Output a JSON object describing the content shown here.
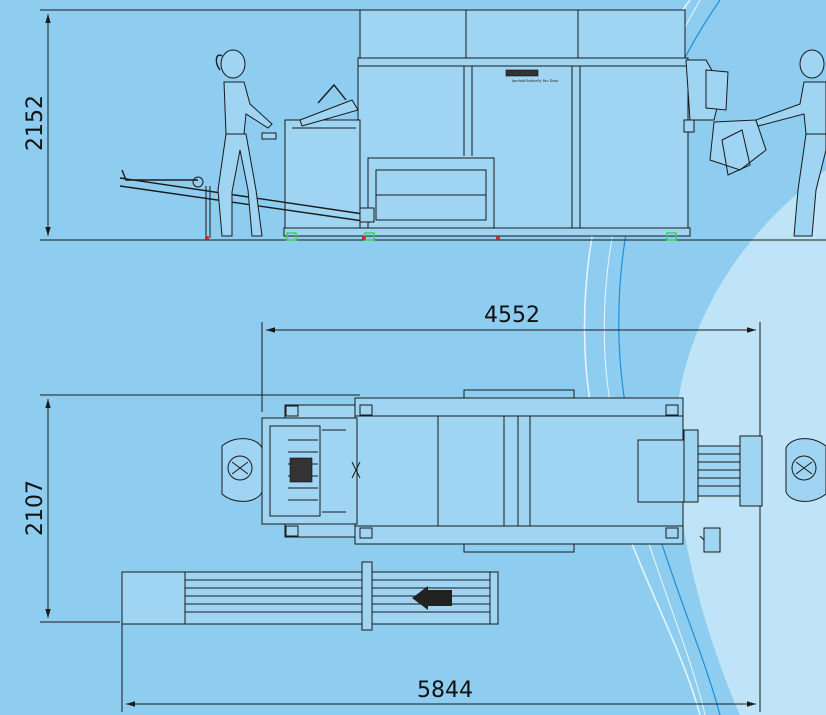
{
  "dimensions": {
    "height": "2152",
    "length_machine": "4552",
    "width": "2107",
    "length_total": "5844"
  },
  "brand_plate": "Jamfold Butterfly Fan Door",
  "colors": {
    "background": "#8ecdf0",
    "swoosh_light": "#bfe3f7",
    "line": "#1a1a1a",
    "foot_green": "#39d353",
    "foot_red": "#e02020"
  }
}
